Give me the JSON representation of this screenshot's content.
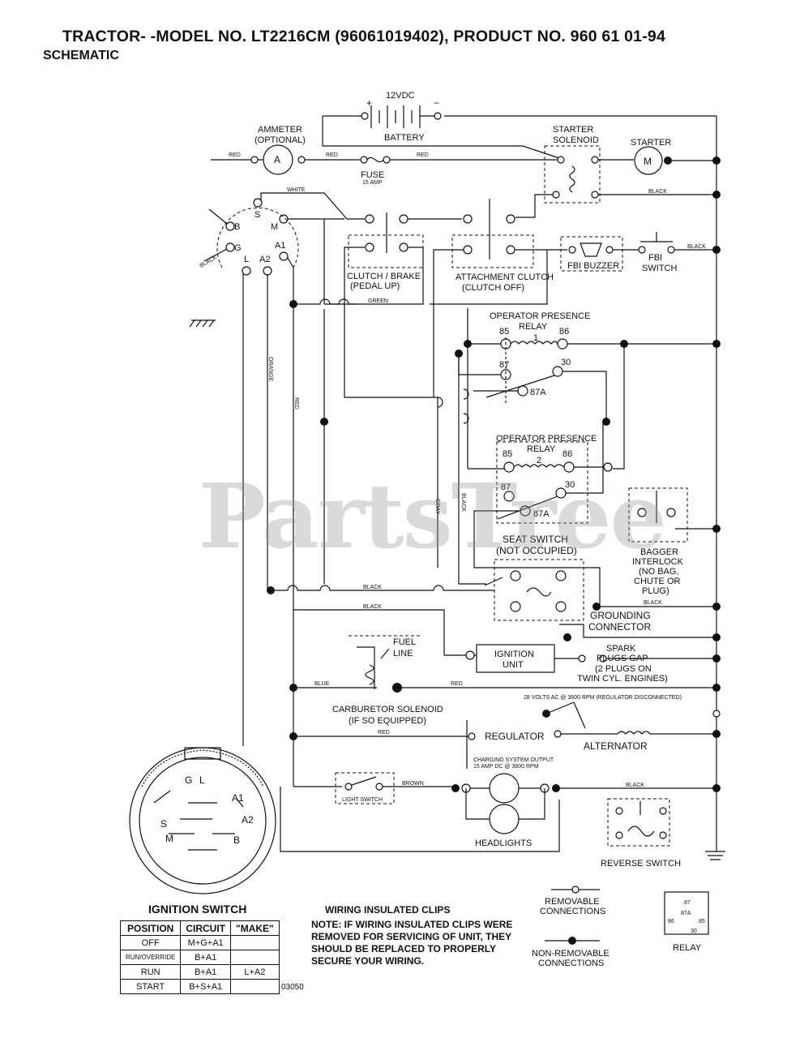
{
  "header": {
    "title": "TRACTOR- -MODEL NO. LT2216CM (96061019402), PRODUCT NO. 960 61 01-94",
    "subtitle": "SCHEMATIC"
  },
  "watermark": "PartsTree",
  "components": {
    "battery": "BATTERY",
    "battery_voltage": "12VDC",
    "ammeter": "AMMETER",
    "ammeter_note": "(OPTIONAL)",
    "ammeter_symbol": "A",
    "fuse": "FUSE",
    "fuse_rating": "15 AMP",
    "starter_solenoid_1": "STARTER",
    "starter_solenoid_2": "SOLENOID",
    "starter": "STARTER",
    "starter_symbol": "M",
    "clutch_brake_1": "CLUTCH / BRAKE",
    "clutch_brake_2": "(PEDAL UP)",
    "attachment_clutch_1": "ATTACHMENT CLUTCH",
    "attachment_clutch_2": "(CLUTCH OFF)",
    "fbi_buzzer": "FBI BUZZER",
    "fbi_switch_1": "FBI",
    "fbi_switch_2": "SWITCH",
    "op_relay_1_title_1": "OPERATOR PRESENCE",
    "op_relay_1_title_2": "RELAY",
    "op_relay_1_num": "1",
    "op_relay_2_title_1": "OPERATOR PRESENCE",
    "op_relay_2_title_2": "RELAY",
    "op_relay_2_num": "2",
    "pin_85": "85",
    "pin_86": "86",
    "pin_87": "87",
    "pin_87a": "87A",
    "pin_30": "30",
    "seat_switch_1": "SEAT SWITCH",
    "seat_switch_2": "(NOT OCCUPIED)",
    "bagger_1": "BAGGER",
    "bagger_2": "INTERLOCK",
    "bagger_3": "(NO BAG,",
    "bagger_4": "CHUTE OR",
    "bagger_5": "PLUG)",
    "grounding_1": "GROUNDING",
    "grounding_2": "CONNECTOR",
    "fuel_line_1": "FUEL",
    "fuel_line_2": "LINE",
    "ignition_unit_1": "IGNITION",
    "ignition_unit_2": "UNIT",
    "spark_1": "SPARK",
    "spark_2": "PLUGS GAP",
    "spark_3": "(2 PLUGS ON",
    "spark_4": "TWIN CYL. ENGINES)",
    "carb_1": "CARBURETOR SOLENOID",
    "carb_2": "(IF SO EQUIPPED)",
    "volts_note": "28 VOLTS AC @ 3600 RPM (REGULATOR DISCONNECTED)",
    "regulator": "REGULATOR",
    "alternator": "ALTERNATOR",
    "charging_1": "CHARGING SYSTEM OUTPUT",
    "charging_2": "15 AMP DC @ 3600 RPM",
    "light_switch": "LIGHT SWITCH",
    "headlights": "HEADLIGHTS",
    "reverse_switch": "REVERSE SWITCH",
    "ign_terminals": {
      "b": "B",
      "s": "S",
      "m": "M",
      "g": "G",
      "l": "L",
      "a2": "A2",
      "a1": "A1"
    }
  },
  "wires": {
    "red": "RED",
    "white": "WHITE",
    "black": "BLACK",
    "green": "GREEN",
    "orange": "ORANGE",
    "gray": "GRAY",
    "blue": "BLUE",
    "brown": "BROWN",
    "plus": "+",
    "minus": "−"
  },
  "ignition_face": {
    "g": "G",
    "l": "L",
    "a1": "A1",
    "a2": "A2",
    "s": "S",
    "m": "M",
    "b": "B"
  },
  "ignition_switch": {
    "title": "IGNITION SWITCH",
    "headers": [
      "POSITION",
      "CIRCUIT",
      "\"MAKE\""
    ],
    "rows": [
      [
        "OFF",
        "M+G+A1",
        ""
      ],
      [
        "RUN/OVERRIDE",
        "B+A1",
        ""
      ],
      [
        "RUN",
        "B+A1",
        "L+A2"
      ],
      [
        "START",
        "B+S+A1",
        ""
      ]
    ]
  },
  "clips": {
    "title": "WIRING INSULATED CLIPS",
    "note": "NOTE: IF WIRING INSULATED CLIPS WERE REMOVED FOR SERVICING OF UNIT, THEY SHOULD BE REPLACED TO PROPERLY SECURE YOUR WIRING."
  },
  "legend": {
    "removable_1": "REMOVABLE",
    "removable_2": "CONNECTIONS",
    "non_removable_1": "NON-REMOVABLE",
    "non_removable_2": "CONNECTIONS",
    "relay": "RELAY",
    "relay_pins": {
      "p87": "87",
      "p87a": "87A",
      "p86": "86",
      "p85": "85",
      "p30": "30"
    }
  },
  "doc_number": "03050"
}
